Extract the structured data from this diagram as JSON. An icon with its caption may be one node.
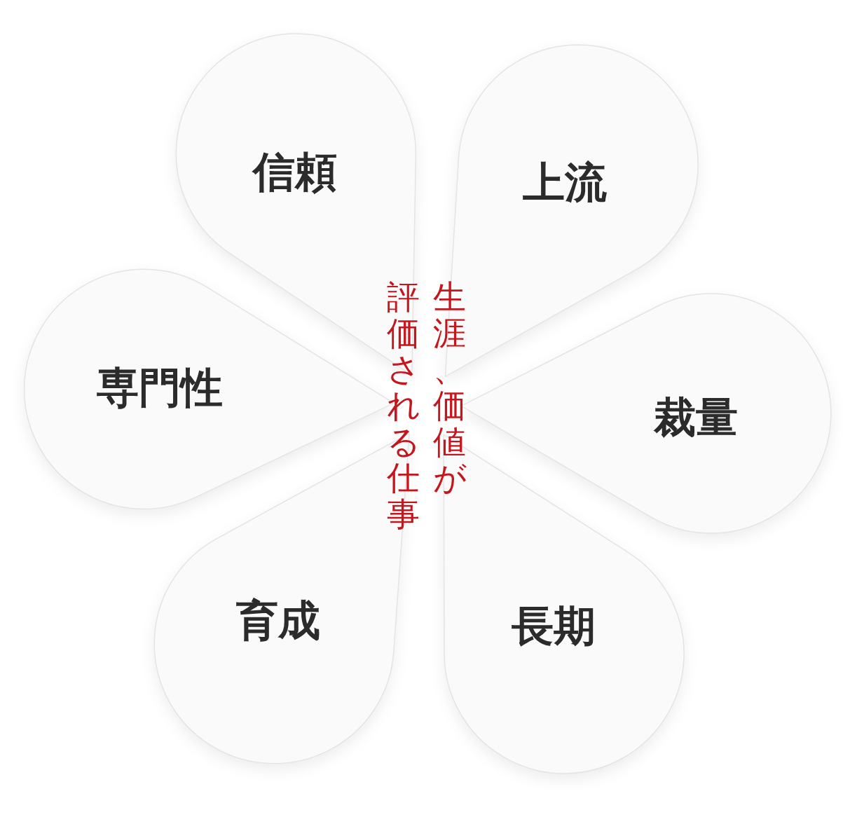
{
  "diagram": {
    "nodes": [
      {
        "text": [
          "信頼"
        ]
      },
      {
        "text": [
          "上流"
        ]
      },
      {
        "text": [
          "専門性"
        ]
      },
      {
        "text": [
          "裁量"
        ]
      },
      {
        "text": [
          "育成"
        ]
      },
      {
        "text": [
          "長期"
        ]
      }
    ],
    "labels": [
      "生涯、価値が",
      "評価される仕事"
    ]
  }
}
